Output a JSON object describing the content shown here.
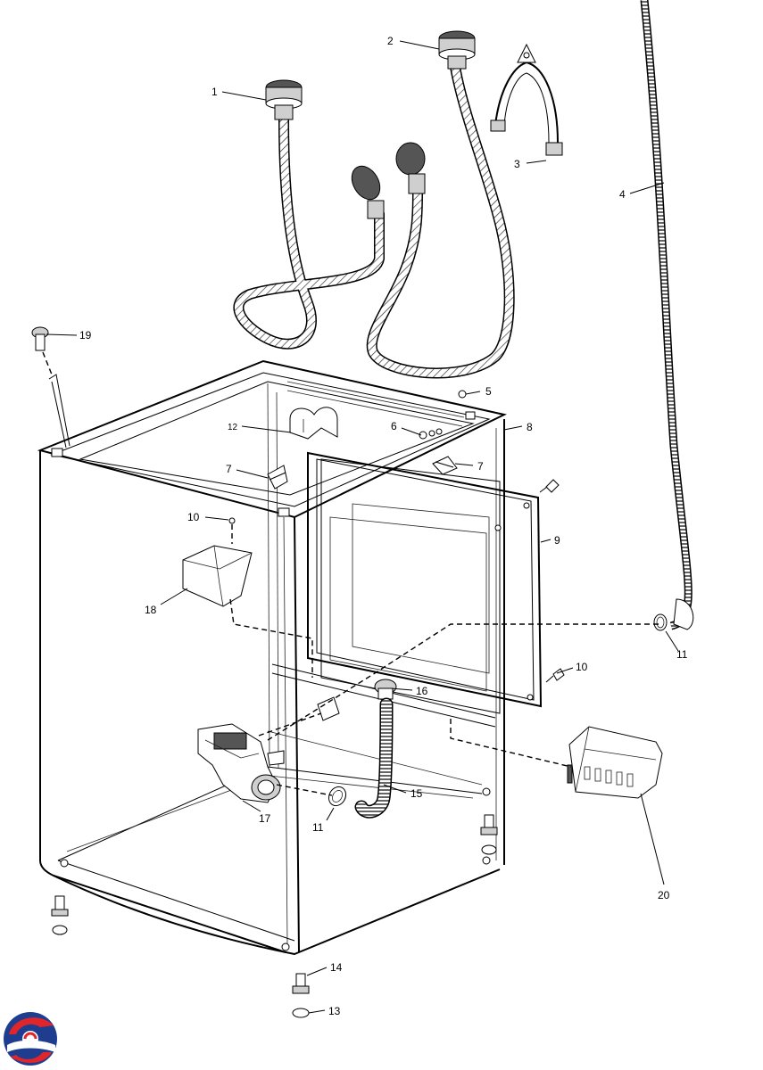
{
  "callouts": [
    {
      "id": "1",
      "text": "1"
    },
    {
      "id": "2",
      "text": "2"
    },
    {
      "id": "3",
      "text": "3"
    },
    {
      "id": "4",
      "text": "4"
    },
    {
      "id": "5",
      "text": "5"
    },
    {
      "id": "6",
      "text": "6"
    },
    {
      "id": "7a",
      "text": "7"
    },
    {
      "id": "7b",
      "text": "7"
    },
    {
      "id": "8",
      "text": "8"
    },
    {
      "id": "9",
      "text": "9"
    },
    {
      "id": "10a",
      "text": "10"
    },
    {
      "id": "10b",
      "text": "10"
    },
    {
      "id": "11a",
      "text": "11"
    },
    {
      "id": "11b",
      "text": "11"
    },
    {
      "id": "12",
      "text": "12"
    },
    {
      "id": "13",
      "text": "13"
    },
    {
      "id": "14",
      "text": "14"
    },
    {
      "id": "15",
      "text": "15"
    },
    {
      "id": "16",
      "text": "16"
    },
    {
      "id": "17",
      "text": "17"
    },
    {
      "id": "18",
      "text": "18"
    },
    {
      "id": "19",
      "text": "19"
    },
    {
      "id": "20",
      "text": "20"
    }
  ],
  "colors": {
    "line": "#000000",
    "logo_red": "#e0262b",
    "logo_blue": "#1f3d8f"
  },
  "logo": {
    "name": "brand-logo"
  }
}
